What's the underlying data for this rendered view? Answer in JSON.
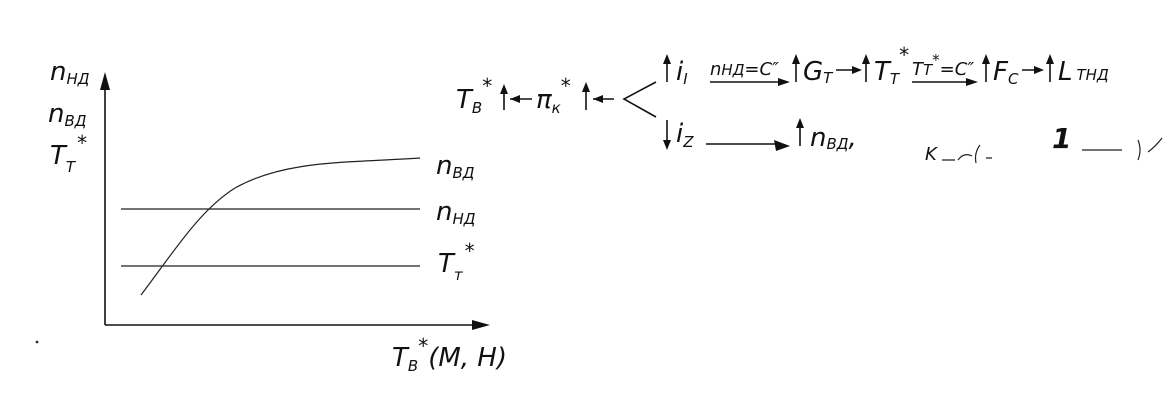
{
  "graph": {
    "y_labels": [
      {
        "main": "n",
        "sub": "НД",
        "star": ""
      },
      {
        "main": "n",
        "sub": "ВД",
        "star": ""
      },
      {
        "main": "T",
        "sub": "Т",
        "star": "*"
      }
    ],
    "x_label": {
      "main": "T",
      "sub": "В",
      "star": "*",
      "tail": "(M, H)"
    },
    "curves": [
      {
        "main": "n",
        "sub": "ВД",
        "star": ""
      },
      {
        "main": "n",
        "sub": "НД",
        "star": ""
      },
      {
        "main": "T",
        "sub": "т",
        "star": "*"
      }
    ]
  },
  "chain": {
    "start_main": "T",
    "start_sub": "В",
    "start_star": "*",
    "pi_main": "π",
    "pi_sub": "к",
    "pi_star": "*",
    "upper": {
      "i_main": "i",
      "i_sub": "I",
      "cond1": "n",
      "cond1_sub": "НД",
      "cond1_rest": "=C″",
      "g_main": "G",
      "g_sub": "Т",
      "t_main": "T",
      "t_sub": "Т",
      "t_star": "*",
      "cond2": "T",
      "cond2_sub": "Т",
      "cond2_star": "*",
      "cond2_rest": "=C″",
      "f_main": "F",
      "f_sub": "С",
      "l_main": "L",
      "l_sub": "ТНД"
    },
    "lower": {
      "i_main": "i",
      "i_sub": "Z",
      "n_main": "n",
      "n_sub": "ВД",
      "comma": ",",
      "partial": "K",
      "bold_mark": "1"
    }
  }
}
